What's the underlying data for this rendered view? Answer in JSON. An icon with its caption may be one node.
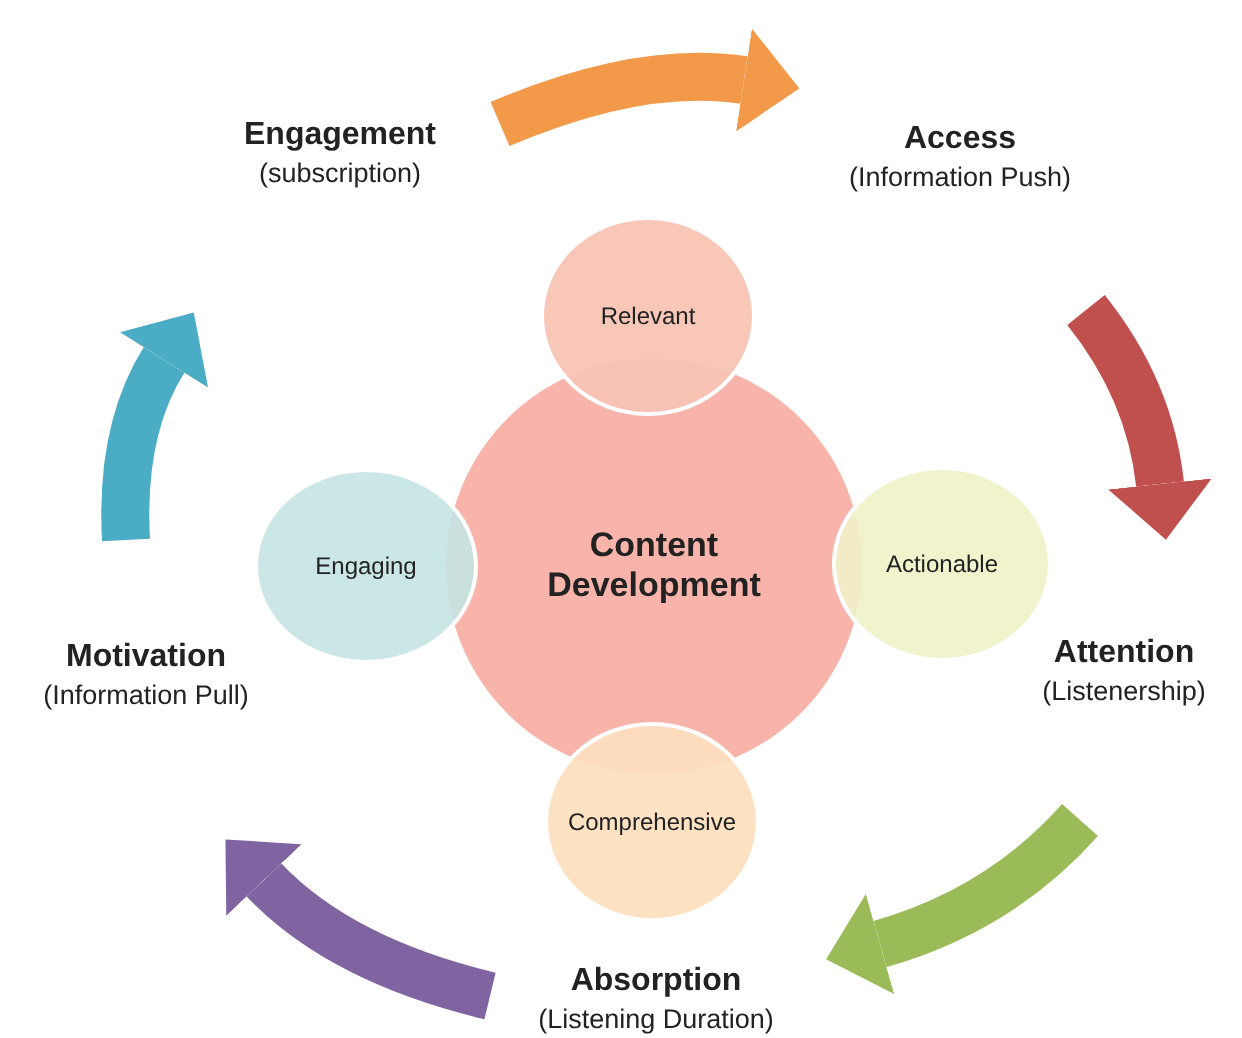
{
  "diagram": {
    "nodes": [
      {
        "text": [
          "Engagement",
          "(subscription)"
        ]
      },
      {
        "text": [
          "Access",
          "(Information Push)"
        ]
      },
      {
        "text": [
          "Relevant"
        ]
      },
      {
        "text": [
          "Engaging"
        ]
      },
      {
        "text": [
          "Content Development"
        ]
      },
      {
        "text": [
          "Actionable"
        ]
      },
      {
        "text": [
          "Motivation",
          "(Information Pull)"
        ]
      },
      {
        "text": [
          "Attention",
          "(Listenership)"
        ]
      },
      {
        "text": [
          "Comprehensive"
        ]
      },
      {
        "text": [
          "Absorption",
          "(Listening Duration)"
        ]
      }
    ],
    "edges": [
      {
        "from": 0,
        "to": 1,
        "arrow": "to",
        "color": "#f39a4a"
      },
      {
        "from": 1,
        "to": 7,
        "arrow": "to",
        "color": "#c0504d"
      },
      {
        "from": 7,
        "to": 9,
        "arrow": "to",
        "color": "#9bbb59"
      },
      {
        "from": 9,
        "to": 6,
        "arrow": "to",
        "color": "#8064a2"
      },
      {
        "from": 6,
        "to": 0,
        "arrow": "to",
        "color": "#4bacc6"
      }
    ]
  }
}
